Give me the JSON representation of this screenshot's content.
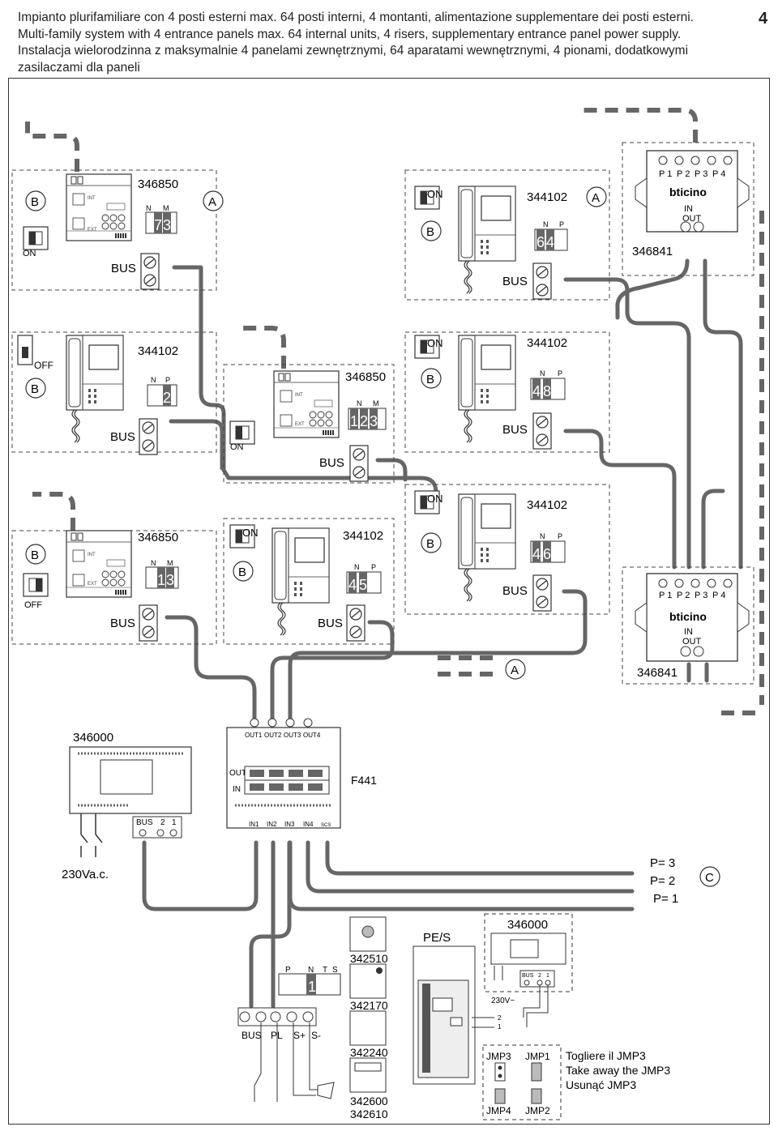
{
  "header": {
    "line1": "Impianto plurifamiliare con 4 posti esterni max. 64 posti interni, 4 montanti, alimentazione supplementare dei posti esterni.",
    "line2": "Multi-family system with 4 entrance panels max. 64 internal units, 4 risers, supplementary entrance panel power supply.",
    "line3": "Instalacja wielorodzinna z maksymalnie 4 panelami zewnętrznymi, 64 aparatami wewnętrznymi, 4 pionami, dodatkowymi",
    "line4": "zasilaczami dla paneli",
    "page_number": "4"
  },
  "labels": {
    "a": "A",
    "b": "B",
    "c": "C",
    "on": "ON",
    "off": "OFF",
    "bus": "BUS",
    "n": "N",
    "m": "M",
    "p": "P",
    "int": "INT",
    "ext": "EXT",
    "in": "IN",
    "out": "OUT",
    "brand": "bticino",
    "p1": "P 1",
    "p2": "P 2",
    "p3": "P 3",
    "p4": "P 4",
    "out1": "OUT1",
    "out2": "OUT2",
    "out3": "OUT3",
    "out4": "OUT4",
    "in1": "IN1",
    "in2": "IN2",
    "in3": "IN3",
    "in4": "IN4",
    "scs": "SCS",
    "two": "2",
    "one": "1",
    "mains_main": "230Va.c.",
    "mains_small": "230V~",
    "pl": "PL",
    "splus": "S+",
    "sminus": "S-",
    "t": "T",
    "s": "S",
    "pes": "PE/S"
  },
  "codes": {
    "entrance_module": "346850",
    "handset": "344102",
    "distributor": "346841",
    "power_supply": "346000",
    "interface": "F441",
    "c342510": "342510",
    "c342170": "342170",
    "c342240": "342240",
    "c342600": "342600",
    "c342610": "342610"
  },
  "addresses": {
    "ep1": [
      "7",
      "3"
    ],
    "hs1": [
      "6",
      "4"
    ],
    "hs2": [
      "",
      "2"
    ],
    "ep2": [
      "1",
      "2",
      "3"
    ],
    "hs3": [
      "4",
      "8"
    ],
    "ep3": [
      "",
      "1",
      "3"
    ],
    "hs4": [
      "4",
      "5"
    ],
    "hs5": [
      "4",
      "6"
    ],
    "entrance": [
      "1"
    ]
  },
  "p_settings": {
    "p3": "P= 3",
    "p2": "P= 2",
    "p1": "P= 1"
  },
  "jumpers": {
    "jmp3": "JMP3",
    "jmp1": "JMP1",
    "jmp4": "JMP4",
    "jmp2": "JMP2"
  },
  "note": {
    "it": "Togliere il JMP3",
    "en": "Take away the JMP3",
    "pl": "Usunąć JMP3"
  }
}
